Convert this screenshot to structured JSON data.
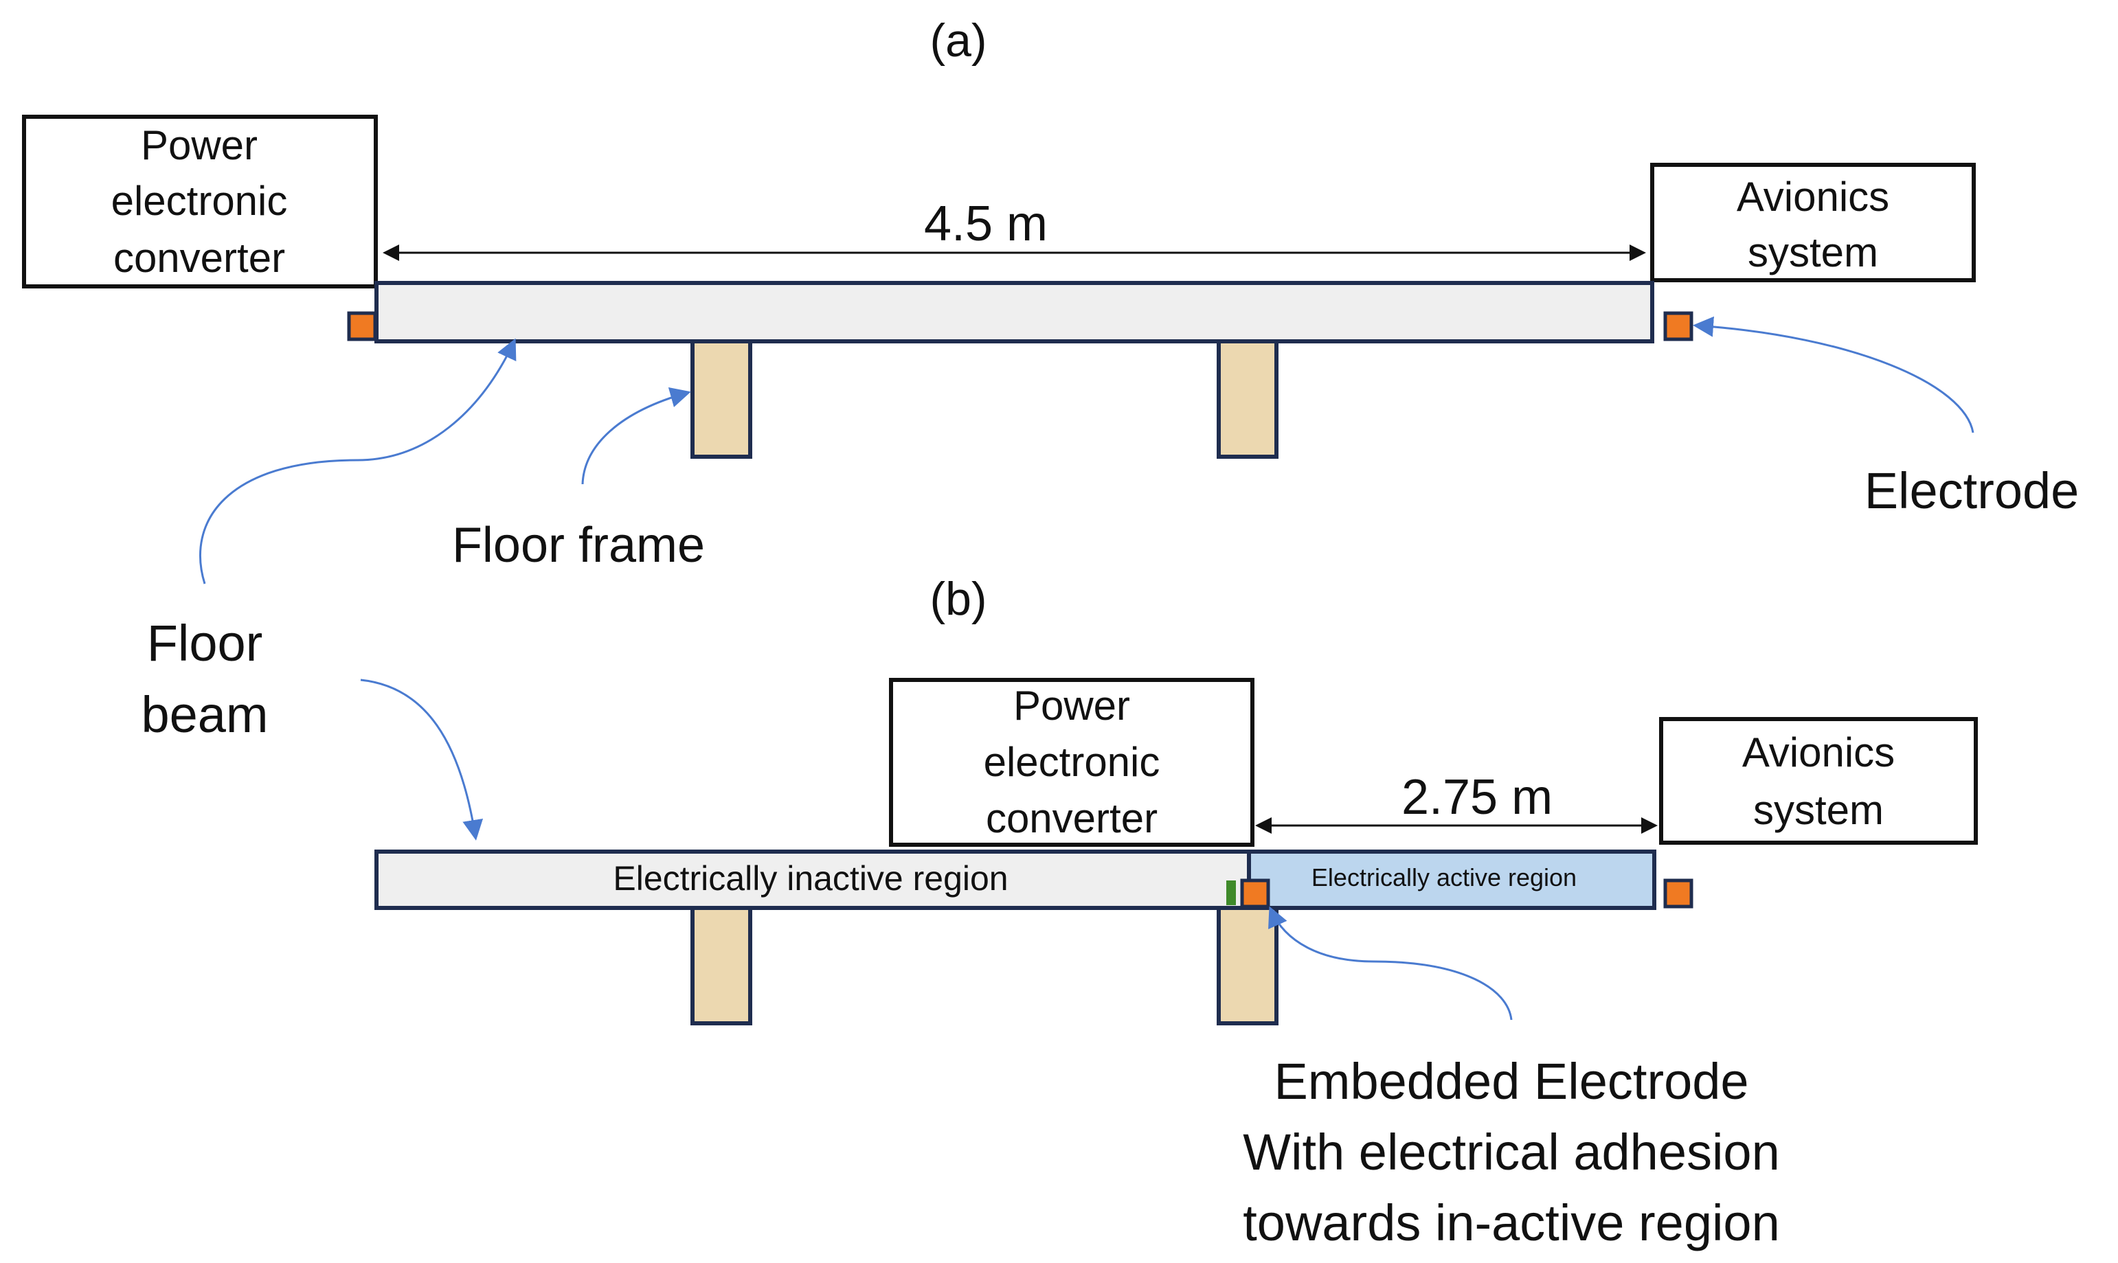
{
  "panel_a": {
    "label": "(a)",
    "power_box": [
      "Power",
      "electronic",
      "converter"
    ],
    "avionics_box": [
      "Avionics",
      "system"
    ],
    "dimension": "4.5 m"
  },
  "panel_b": {
    "label": "(b)",
    "power_box": [
      "Power",
      "electronic",
      "converter"
    ],
    "avionics_box": [
      "Avionics",
      "system"
    ],
    "dimension": "2.75 m",
    "inactive_region": "Electrically inactive region",
    "active_region": "Electrically active region"
  },
  "callouts": {
    "floor_frame": "Floor frame",
    "electrode": "Electrode",
    "floor_beam": [
      "Floor",
      "beam"
    ],
    "embedded_electrode": [
      "Embedded Electrode",
      "With electrical adhesion",
      "towards in-active region"
    ]
  },
  "colors": {
    "beam": "#efefef",
    "active_region": "#bcd6ee",
    "frame": "#ecd8b0",
    "electrode": "#f07a22",
    "pointer": "#4a7bd0",
    "outline": "#1f2d4f"
  }
}
